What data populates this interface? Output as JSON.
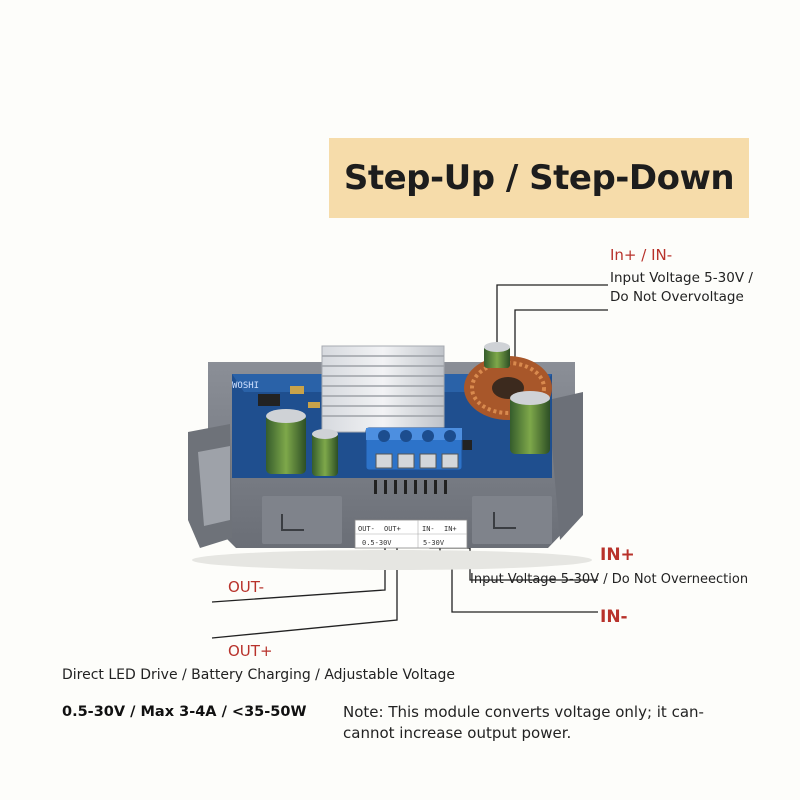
{
  "banner": {
    "title": "Step-Up / Step-Down"
  },
  "input_top": {
    "label": "In+ / IN-",
    "desc_line1": "Input Voltage 5-30V /",
    "desc_line2": "Do Not Overvoltage"
  },
  "right_labels": {
    "in_plus": "IN+",
    "in_minus": "IN-",
    "desc": "Input Voltage 5-30V / Do Not Overneection"
  },
  "output_labels": {
    "out_minus": "OUT-",
    "out_plus": "OUT+"
  },
  "uses": "Direct LED Drive / Battery Charging / Adjustable Voltage",
  "specs": "0.5-30V / Max 3-4A / <35-50W",
  "note": "Note: This module converts voltage only; it can-cannot increase output power.",
  "board": {
    "silkscreen": "WOSHI",
    "terminal_labels": [
      "OUT-",
      "OUT+",
      "IN-",
      "IN+"
    ],
    "range_labels": [
      "0.5-30V",
      "5-30V"
    ]
  },
  "colors": {
    "banner_bg": "#f6dcaa",
    "label_red": "#b8322b",
    "case_gray": "#7a7e86",
    "pcb_blue": "#1f4f8f",
    "terminal_blue": "#2d73c9",
    "coil_copper": "#b5652f"
  }
}
